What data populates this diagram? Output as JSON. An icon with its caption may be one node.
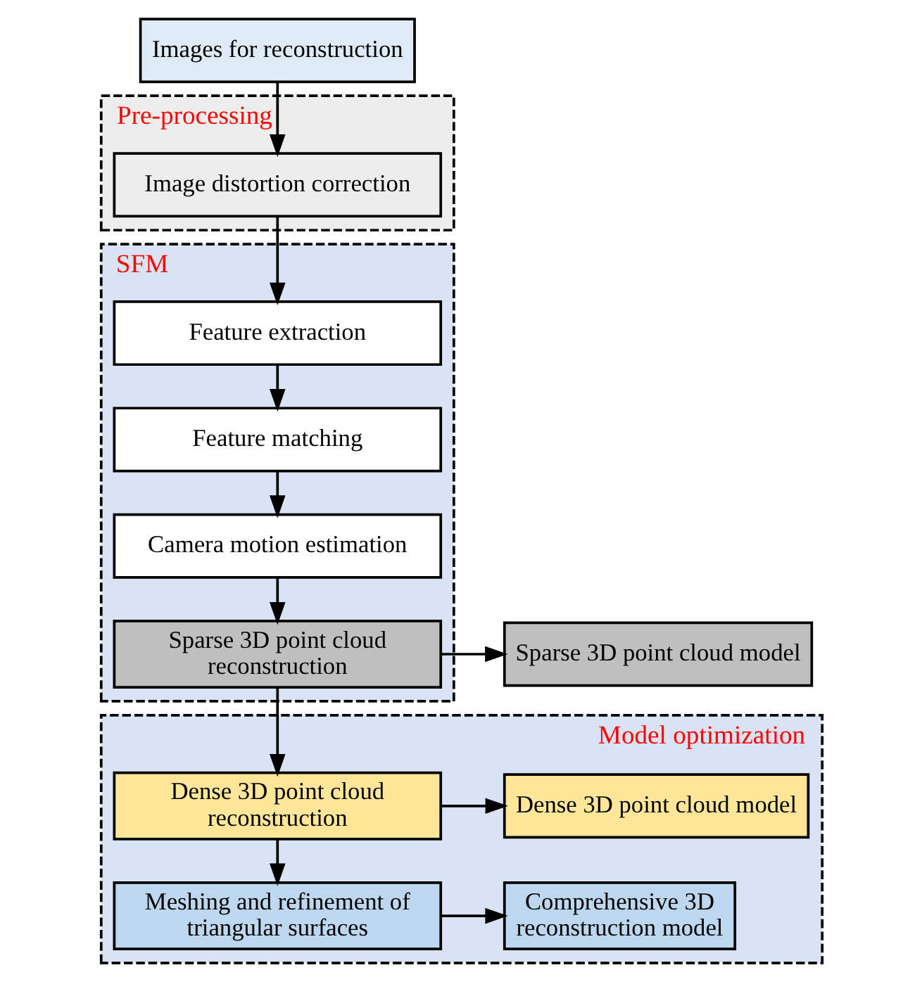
{
  "diagram": {
    "nodes": [
      {
        "text": [
          "Images for reconstruction"
        ]
      },
      {
        "text": [
          "Pre-processing"
        ]
      },
      {
        "text": [
          "Image distortion correction"
        ],
        "in": 1
      },
      {
        "text": [
          "SFM"
        ]
      },
      {
        "text": [
          "Feature extraction"
        ],
        "in": 3
      },
      {
        "text": [
          "Feature matching"
        ],
        "in": 3
      },
      {
        "text": [
          "Camera motion estimation"
        ],
        "in": 3
      },
      {
        "text": [
          "Sparse 3D point cloud reconstruction"
        ],
        "in": 3
      },
      {
        "text": [
          "Sparse 3D point cloud model"
        ]
      },
      {
        "text": [
          "Model optimization"
        ]
      },
      {
        "text": [
          "Dense 3D point cloud reconstruction"
        ],
        "in": 9
      },
      {
        "text": [
          "Dense 3D point cloud model"
        ],
        "in": 9
      },
      {
        "text": [
          "Meshing and refinement of triangular surfaces"
        ],
        "in": 9
      },
      {
        "text": [
          "Comprehensive 3D reconstruction model"
        ],
        "in": 9
      }
    ],
    "edges": [
      {
        "from": 0,
        "to": 2,
        "arrow": "to"
      },
      {
        "from": 2,
        "to": 4,
        "arrow": "to"
      },
      {
        "from": 4,
        "to": 5,
        "arrow": "to"
      },
      {
        "from": 5,
        "to": 6,
        "arrow": "to"
      },
      {
        "from": 6,
        "to": 7,
        "arrow": "to"
      },
      {
        "from": 7,
        "to": 8,
        "arrow": "to"
      },
      {
        "from": 7,
        "to": 10,
        "arrow": "to"
      },
      {
        "from": 10,
        "to": 11,
        "arrow": "to"
      },
      {
        "from": 10,
        "to": 12,
        "arrow": "to"
      },
      {
        "from": 12,
        "to": 13,
        "arrow": "to"
      }
    ]
  }
}
